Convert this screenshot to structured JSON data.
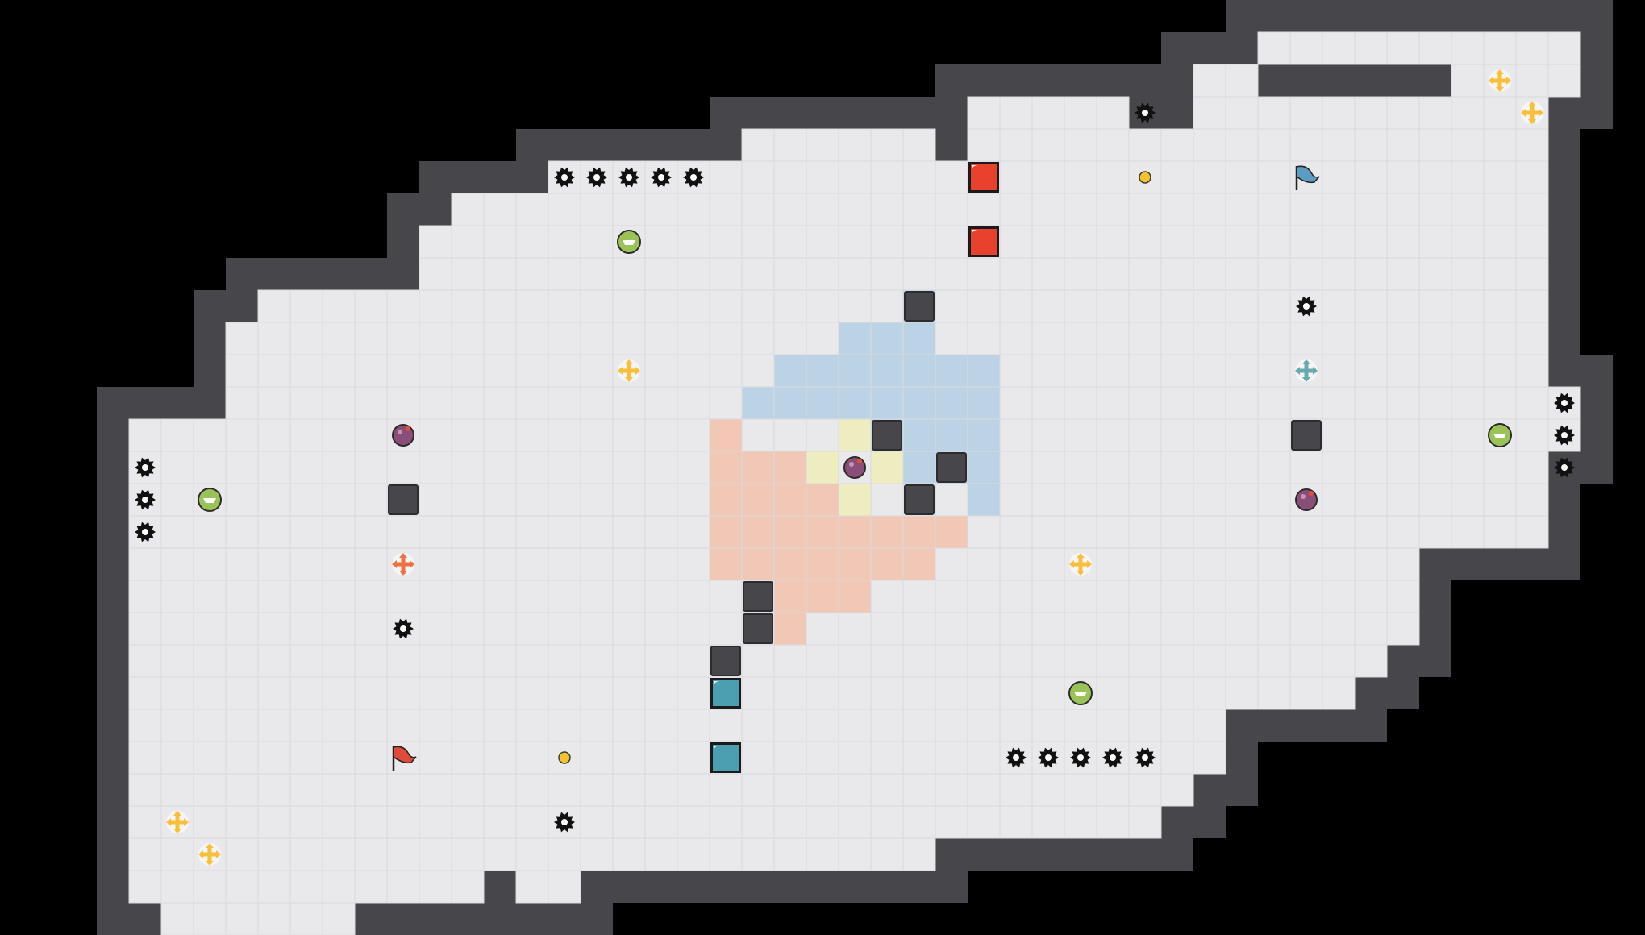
{
  "colors": {
    "background": "#000000",
    "floor": "#e9e9ec",
    "grid_line": "#d9d9de",
    "wall": "#46464b",
    "wall_edge": "#2b2b30",
    "zone_blue": "#bcd3e6",
    "zone_orange": "#f1c7b6",
    "zone_yellow": "#eeedbf",
    "red_block": "#e8412e",
    "teal_block": "#4c9fb0",
    "coin": "#f3c22d",
    "gear": "#111111",
    "powerup_yellow": "#f7c03a",
    "powerup_orange": "#ee7142",
    "powerup_teal": "#6aa9ad",
    "orb_purple": "#8a4f78",
    "orb_green": "#9bc257",
    "flag_red": "#de4b3a",
    "flag_blue": "#5d9cc1"
  },
  "icons": {
    "gear": "spiked-mine-icon",
    "coin": "coin-icon",
    "cross": "move-cross-icon",
    "orb_purple": "bomb-orb-icon",
    "orb_green": "shield-orb-icon",
    "flag": "checkpoint-flag-icon",
    "block": "crate-block-icon"
  },
  "level": {
    "cols": 50,
    "rows": 28,
    "floor_spans": [
      [
        [
          38,
          47
        ]
      ],
      [
        [
          36,
          37
        ],
        [
          44,
          47
        ]
      ],
      [
        [
          29,
          33
        ],
        [
          36,
          46
        ]
      ],
      [
        [
          22,
          27
        ],
        [
          29,
          46
        ]
      ],
      [
        [
          16,
          46
        ]
      ],
      [
        [
          13,
          46
        ]
      ],
      [
        [
          12,
          46
        ]
      ],
      [
        [
          12,
          46
        ]
      ],
      [
        [
          7,
          46
        ]
      ],
      [
        [
          6,
          46
        ]
      ],
      [
        [
          6,
          46
        ]
      ],
      [
        [
          6,
          47
        ]
      ],
      [
        [
          3,
          47
        ]
      ],
      [
        [
          3,
          46
        ]
      ],
      [
        [
          3,
          46
        ]
      ],
      [
        [
          3,
          46
        ]
      ],
      [
        [
          3,
          42
        ]
      ],
      [
        [
          3,
          42
        ]
      ],
      [
        [
          3,
          42
        ]
      ],
      [
        [
          3,
          41
        ]
      ],
      [
        [
          3,
          40
        ]
      ],
      [
        [
          3,
          36
        ]
      ],
      [
        [
          3,
          36
        ]
      ],
      [
        [
          3,
          35
        ]
      ],
      [
        [
          3,
          34
        ]
      ],
      [
        [
          3,
          20
        ],
        [
          21,
          27
        ]
      ],
      [
        [
          3,
          13
        ],
        [
          15,
          16
        ]
      ],
      [
        [
          4,
          9
        ]
      ]
    ],
    "walls": [
      [
        27,
        8
      ],
      [
        26,
        12
      ],
      [
        28,
        13
      ],
      [
        27,
        14
      ],
      [
        22,
        17
      ],
      [
        22,
        18
      ],
      [
        21,
        19
      ],
      [
        11,
        14
      ],
      [
        39,
        12
      ]
    ],
    "zone_blue": [
      [
        27,
        8
      ],
      [
        25,
        9
      ],
      [
        26,
        9
      ],
      [
        27,
        9
      ],
      [
        23,
        10
      ],
      [
        24,
        10
      ],
      [
        25,
        10
      ],
      [
        26,
        10
      ],
      [
        27,
        10
      ],
      [
        28,
        10
      ],
      [
        29,
        10
      ],
      [
        22,
        11
      ],
      [
        23,
        11
      ],
      [
        24,
        11
      ],
      [
        25,
        11
      ],
      [
        26,
        11
      ],
      [
        27,
        11
      ],
      [
        28,
        11
      ],
      [
        29,
        11
      ],
      [
        26,
        12
      ],
      [
        27,
        12
      ],
      [
        28,
        12
      ],
      [
        29,
        12
      ],
      [
        27,
        13
      ],
      [
        28,
        13
      ],
      [
        29,
        13
      ],
      [
        29,
        14
      ]
    ],
    "zone_orange": [
      [
        21,
        12
      ],
      [
        21,
        13
      ],
      [
        22,
        13
      ],
      [
        23,
        13
      ],
      [
        21,
        14
      ],
      [
        22,
        14
      ],
      [
        23,
        14
      ],
      [
        24,
        14
      ],
      [
        21,
        15
      ],
      [
        22,
        15
      ],
      [
        23,
        15
      ],
      [
        24,
        15
      ],
      [
        25,
        15
      ],
      [
        26,
        15
      ],
      [
        27,
        15
      ],
      [
        28,
        15
      ],
      [
        21,
        16
      ],
      [
        22,
        16
      ],
      [
        23,
        16
      ],
      [
        24,
        16
      ],
      [
        25,
        16
      ],
      [
        26,
        16
      ],
      [
        27,
        16
      ],
      [
        23,
        17
      ],
      [
        24,
        17
      ],
      [
        25,
        17
      ],
      [
        23,
        18
      ]
    ],
    "zone_yellow": [
      [
        25,
        12
      ],
      [
        24,
        13
      ],
      [
        26,
        13
      ],
      [
        25,
        14
      ]
    ],
    "gears": [
      [
        34,
        2
      ],
      [
        16,
        4
      ],
      [
        17,
        4
      ],
      [
        18,
        4
      ],
      [
        19,
        4
      ],
      [
        20,
        4
      ],
      [
        39,
        8
      ],
      [
        47,
        11
      ],
      [
        47,
        12
      ],
      [
        47,
        13
      ],
      [
        3,
        13
      ],
      [
        3,
        14
      ],
      [
        3,
        15
      ],
      [
        11,
        18
      ],
      [
        30,
        22
      ],
      [
        31,
        22
      ],
      [
        32,
        22
      ],
      [
        33,
        22
      ],
      [
        34,
        22
      ],
      [
        16,
        24
      ]
    ],
    "coins": [
      [
        34,
        4
      ],
      [
        16,
        22
      ]
    ],
    "red_blocks": [
      [
        29,
        4
      ],
      [
        29,
        6
      ]
    ],
    "teal_blocks": [
      [
        21,
        20
      ],
      [
        21,
        22
      ]
    ],
    "crosses": [
      [
        45,
        1,
        "powerup_yellow"
      ],
      [
        46,
        2,
        "powerup_yellow"
      ],
      [
        18,
        10,
        "powerup_yellow"
      ],
      [
        39,
        10,
        "powerup_teal"
      ],
      [
        11,
        16,
        "powerup_orange"
      ],
      [
        32,
        16,
        "powerup_yellow"
      ],
      [
        4,
        24,
        "powerup_yellow"
      ],
      [
        5,
        25,
        "powerup_yellow"
      ]
    ],
    "orbs_purple": [
      [
        11,
        12
      ],
      [
        25,
        13
      ],
      [
        39,
        14
      ]
    ],
    "orbs_green": [
      [
        18,
        6
      ],
      [
        45,
        12
      ],
      [
        5,
        14
      ],
      [
        32,
        20
      ]
    ],
    "flags": [
      [
        39,
        4,
        "flag_blue"
      ],
      [
        11,
        22,
        "flag_red"
      ]
    ]
  }
}
